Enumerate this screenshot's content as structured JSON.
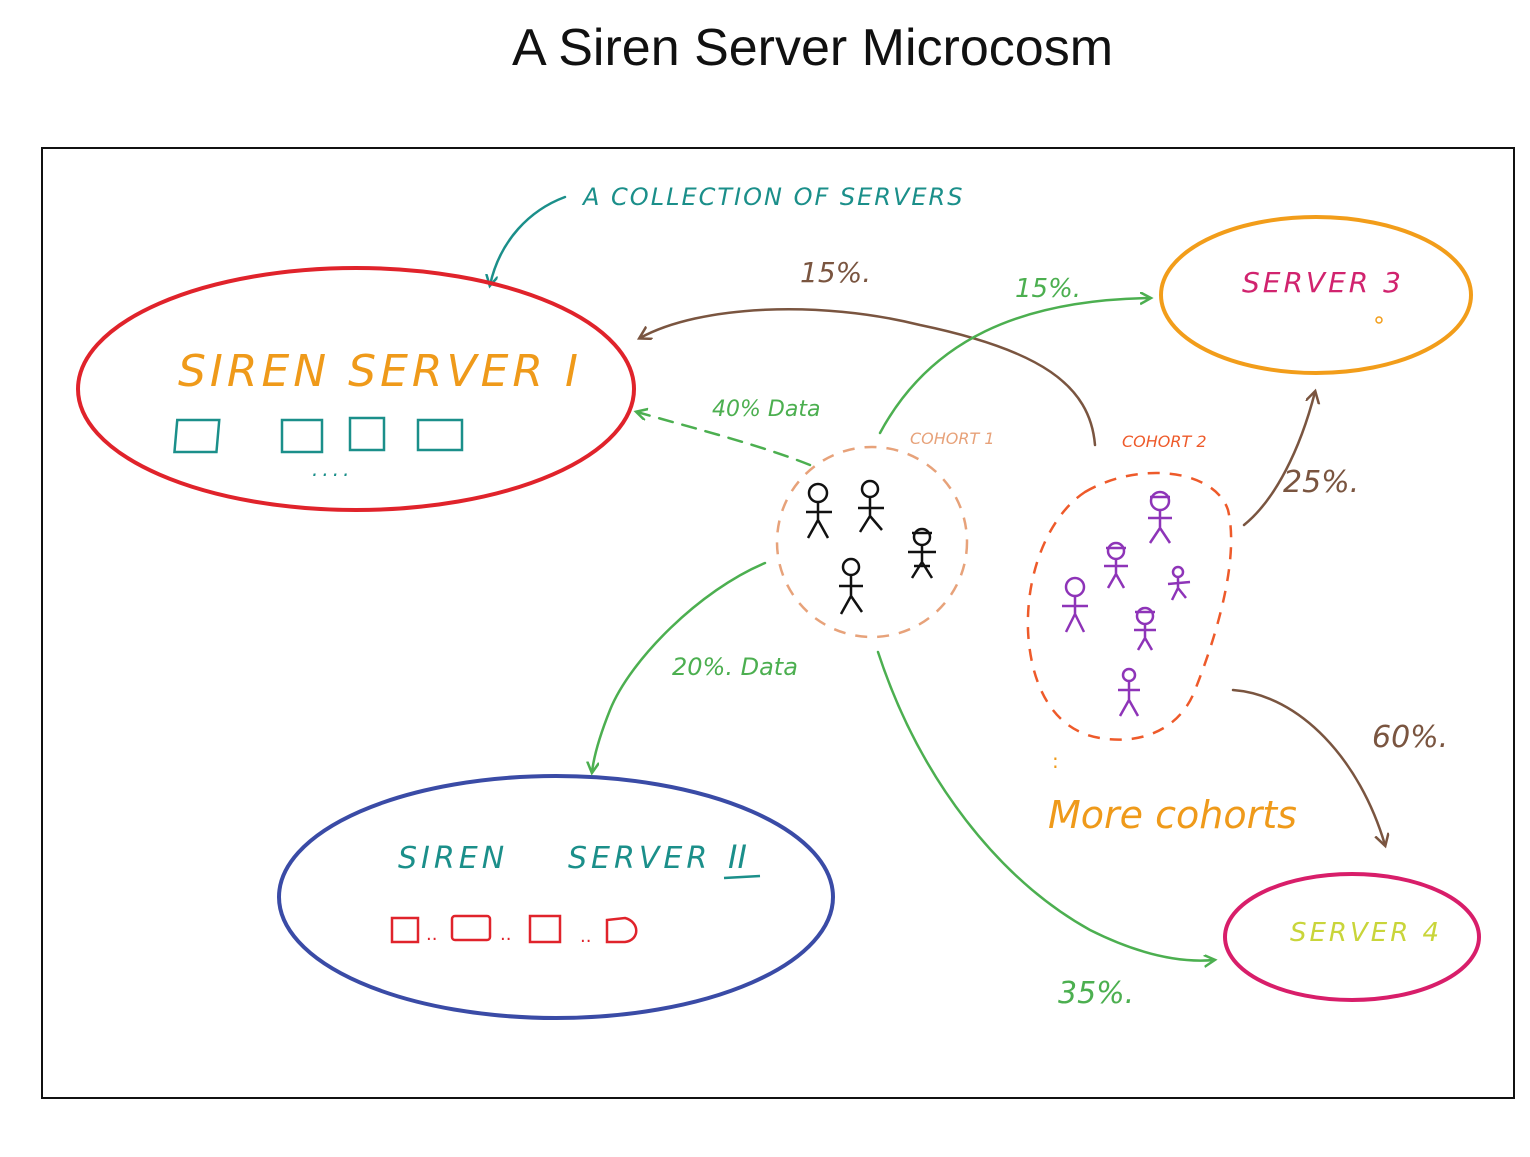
{
  "title": "A Siren Server Microcosm",
  "labels": {
    "collection_note": "A COLLECTION OF SERVERS",
    "server1": "SIREN SERVER I",
    "server1_more": "....",
    "server2_word1": "SIREN",
    "server2_word2": "SERVER",
    "server2_numeral": "II",
    "server3": "SERVER 3",
    "server4": "SERVER 4",
    "cohort1": "COHORT 1",
    "cohort2": "COHORT 2",
    "more_cohorts": "More cohorts"
  },
  "flows": {
    "cohort2_to_server1": "15%.",
    "cohort1_to_server3": "15%.",
    "cohort1_to_server1": "40% Data",
    "cohort2_to_server3": "25%.",
    "cohort1_to_server2": "20%. Data",
    "cohort2_to_server4": "60%.",
    "cohort1_to_server4": "35%."
  },
  "colors": {
    "server1_outline": "#e0232b",
    "server1_text": "#ef9a1a",
    "server1_boxes": "#1b8f8a",
    "server2_outline": "#3a4ba6",
    "server2_text": "#1b8f8a",
    "server2_boxes": "#e0232b",
    "server3_outline": "#f29d1a",
    "server3_text": "#d1236e",
    "server4_outline": "#d81e6a",
    "server4_text": "#c9d53a",
    "cohort1_outline": "#e7a27a",
    "cohort2_outline": "#ee5a2a",
    "cohort2_people": "#8e34b8",
    "green_arrows": "#4caf50",
    "brown_arrows": "#7a5540",
    "teal_note": "#1b8f8a"
  }
}
